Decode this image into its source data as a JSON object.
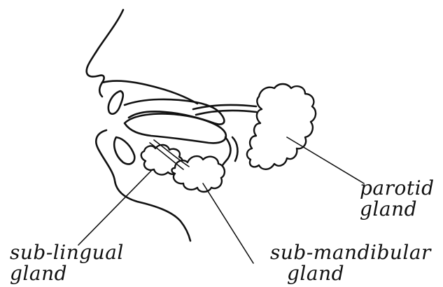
{
  "labels": {
    "parotid": {
      "line1": "parotid",
      "line2": "gland"
    },
    "sublingual": {
      "line1": "sub-lingual",
      "line2": "gland"
    },
    "submandibular": {
      "line1": "sub-mandibular",
      "line2": "gland"
    }
  },
  "colors": {
    "ink": "#111111",
    "paper": "#ffffff"
  }
}
